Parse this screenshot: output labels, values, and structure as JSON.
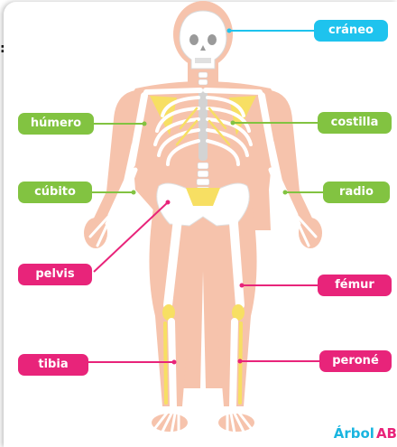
{
  "labels": {
    "craneo": "cráneo",
    "humero": "húmero",
    "costilla": "costilla",
    "cubito": "cúbito",
    "radio": "radio",
    "pelvis": "pelvis",
    "femur": "fémur",
    "tibia": "tibia",
    "perone": "peroné"
  },
  "left_mark": ":",
  "brand": {
    "word": "Árbol",
    "abc": "AB"
  },
  "colors": {
    "label_blue": "#1ec3ee",
    "label_green": "#82c341",
    "label_pink": "#e8247a",
    "body_skin": "#f6c3ac",
    "bone": "#ffffff",
    "highlight_yellow": "#f7df63"
  }
}
